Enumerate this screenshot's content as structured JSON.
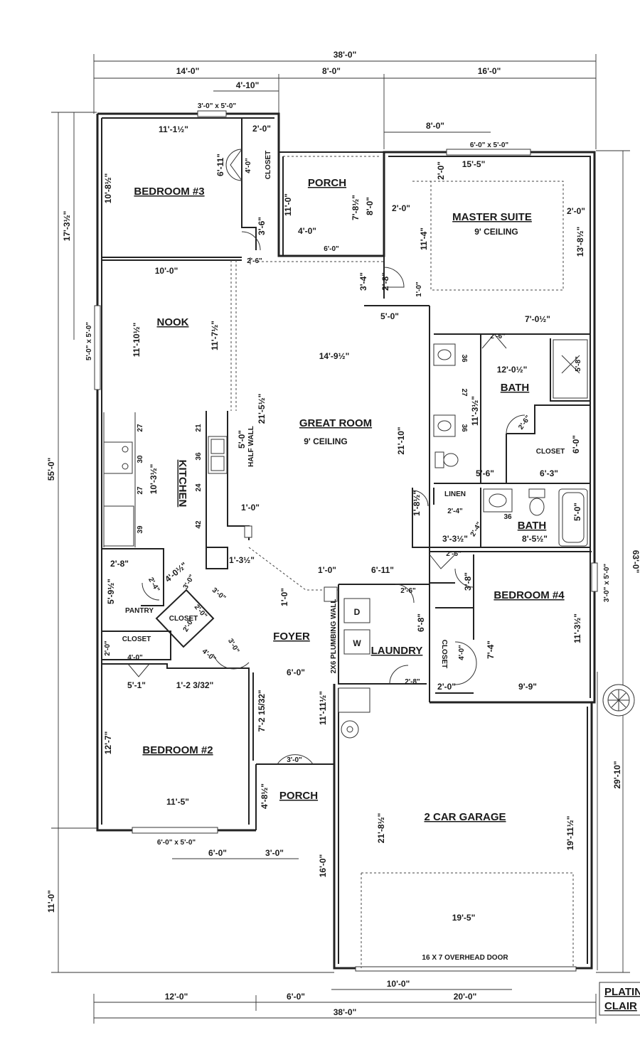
{
  "rooms": {
    "bedroom3": "BEDROOM #3",
    "porch_rear": "PORCH",
    "master": "MASTER SUITE",
    "master_ceiling": "9' CEILING",
    "nook": "NOOK",
    "great": "GREAT ROOM",
    "great_ceiling": "9' CEILING",
    "kitchen": "KITCHEN",
    "bath_master": "BATH",
    "closet_master": "CLOSET",
    "linen": "LINEN",
    "bath2": "BATH",
    "pantry": "PANTRY",
    "closet_pantry": "CLOSET",
    "closet_bed2": "CLOSET",
    "foyer": "FOYER",
    "laundry": "LAUNDRY",
    "bedroom4": "BEDROOM #4",
    "closet_bed4": "CLOSET",
    "closet_bed3": "CLOSET",
    "bedroom2": "BEDROOM #2",
    "porch_front": "PORCH",
    "garage": "2 CAR GARAGE",
    "garage_door": "16 X 7 OVERHEAD DOOR",
    "half_wall": "HALF WALL",
    "plumbing_wall": "2X6 PLUMBING WALL",
    "dryer": "D",
    "washer": "W",
    "title_1": "PLATIN",
    "title_2": "CLAIR"
  },
  "dims": {
    "top_total": "38'-0\"",
    "top_a": "14'-0\"",
    "top_b": "8'-0\"",
    "top_c": "16'-0\"",
    "d_4_10": "4'-10\"",
    "win_b3": "3'-0\" x 5'-0\"",
    "d_8_0_top": "8'-0\"",
    "win_master": "6'-0\" x 5'-0\"",
    "b3_w": "11'-1½\"",
    "b3_h": "10'-8½\"",
    "b3_cl_w": "2'-0\"",
    "b3_cl_d": "6'-11\"",
    "b3_cl_door": "4'-0\"",
    "left_17": "17'-3½\"",
    "porch_h": "11'-0\"",
    "porch_h2": "7'-8½\"",
    "porch_8": "8'-0\"",
    "porch_4": "4'-0\"",
    "porch_6": "6'-0\"",
    "d_3_6": "3'-6\"",
    "d_2_6a": "2'-6\"",
    "m_w": "15'-5\"",
    "m_2a": "2'-0\"",
    "m_2b": "2'-0\"",
    "m_2c": "2'-0\"",
    "m_h": "11'-4\"",
    "m_h2": "13'-8½\"",
    "d_3_4": "3'-4\"",
    "d_2_8a": "2'-8\"",
    "d_1_0": "1'-0\"",
    "d_5_0": "5'-0\"",
    "nook_w": "10'-0\"",
    "nook_h": "11'-10½\"",
    "nook_h2": "11'-7½\"",
    "win_nook": "5'-0\" x 5'-0\"",
    "d_7_0": "7'-0½\"",
    "d_2_6b": "2'-6\"",
    "gr_w": "14'-9½\"",
    "gr_h": "21'-5½\"",
    "gr_h2": "21'-10\"",
    "bath_w": "12'-0½\"",
    "bath_h": "11'-3½\"",
    "bath_36a": "36",
    "bath_27": "27",
    "bath_36b": "36",
    "bath_2_6": "2'-6\"",
    "bath_5_8": "5'-8\"",
    "bath_6_0": "6'-0\"",
    "bath_5_6": "5'-6\"",
    "bath_6_3": "6'-3\"",
    "left_55": "55'-0\"",
    "k_27a": "27",
    "k_30": "30",
    "k_27b": "27",
    "k_39": "39",
    "k_21": "21",
    "k_36": "36",
    "k_24": "24",
    "k_42": "42",
    "k_h": "10'-3½\"",
    "k_5_0": "5'-0\"",
    "k_1_0": "1'-0\"",
    "d_1_8": "1'-8½\"",
    "linen_w": "2'-4\"",
    "bath2_36": "36",
    "bath2_w": "8'-5½\"",
    "bath2_5_0": "5'-0\"",
    "d_3_3": "3'-3½\"",
    "d_2_4": "2'-4\"",
    "p_2_8": "2'-8\"",
    "p_5_9": "5'-9½\"",
    "p_4_0": "4'-0½\"",
    "p_2_4": "2'-4\"",
    "p_3_0a": "3'-0\"",
    "p_3_0b": "3'-0\"",
    "p_1_3": "1'-3½\"",
    "f_1_0a": "1'-0\"",
    "f_1_0b": "1'-0\"",
    "f_6_11": "6'-11\"",
    "f_2_6": "2'-6\"",
    "f_6_8": "6'-8\"",
    "b4_2_6": "2'-6\"",
    "b4_3_8": "3'-8\"",
    "b4_h": "11'-3½\"",
    "b4_7_4": "7'-4\"",
    "b4_4_0": "4'-0\"",
    "b4_2_0": "2'-0\"",
    "b4_w": "9'-9\"",
    "win_b4": "3'-0\" x 5'-0\"",
    "right_63": "63'-0\"",
    "c_2_0": "2'-0\"",
    "c_4_0": "4'-0\"",
    "c_2_0b": "2'-0\"",
    "c_2_0c": "2'-0\"",
    "c_4_0b": "4'-0\"",
    "c_3_0": "3'-0\"",
    "b2_5_1": "5'-1\"",
    "b2_1_2": "1'-2 3/32\"",
    "f_6_0": "6'-0\"",
    "f_11_11": "11'-11½\"",
    "f_7_2": "7'-2 15/32\"",
    "b2_h": "12'-7\"",
    "b2_w": "11'-5\"",
    "pf_3_0": "3'-0\"",
    "pf_4_8": "4'-8½\"",
    "g_h": "21'-8½\"",
    "g_h2": "19'-11½\"",
    "g_29": "29'-10\"",
    "g_w": "19'-5\"",
    "g_16": "16'-0\"",
    "win_b2": "6'-0\" x 5'-0\"",
    "b_6_0": "6'-0\"",
    "b_3_0": "3'-0\"",
    "left_11": "11'-0\"",
    "bot_12": "12'-0\"",
    "bot_6": "6'-0\"",
    "bot_20": "20'-0\"",
    "bot_10": "10'-0\"",
    "bot_total": "38'-0\"",
    "l_8": "2'-8\"",
    "wall_2_8": "2'-8\""
  }
}
